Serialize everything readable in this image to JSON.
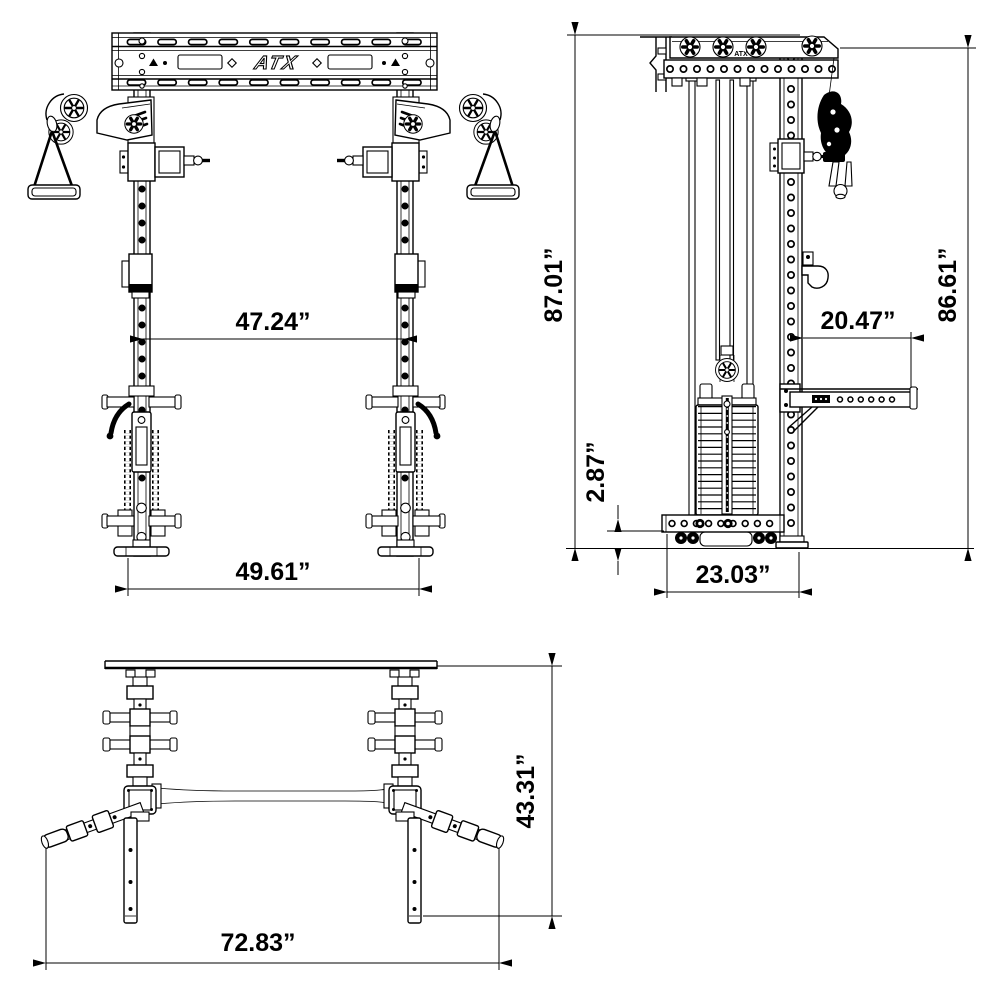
{
  "drawing": {
    "brand_logo": "ATX",
    "brand_logo_small": "ATX",
    "front_view": {
      "dim_inner_width": "47.24”",
      "dim_outer_width": "49.61”"
    },
    "side_view": {
      "dim_height_left": "87.01”",
      "dim_height_right": "86.61”",
      "dim_arm_length": "20.47”",
      "dim_ground_clearance": "2.87”",
      "dim_base_depth": "23.03”"
    },
    "top_view": {
      "dim_depth": "43.31”",
      "dim_total_width": "72.83”"
    }
  }
}
